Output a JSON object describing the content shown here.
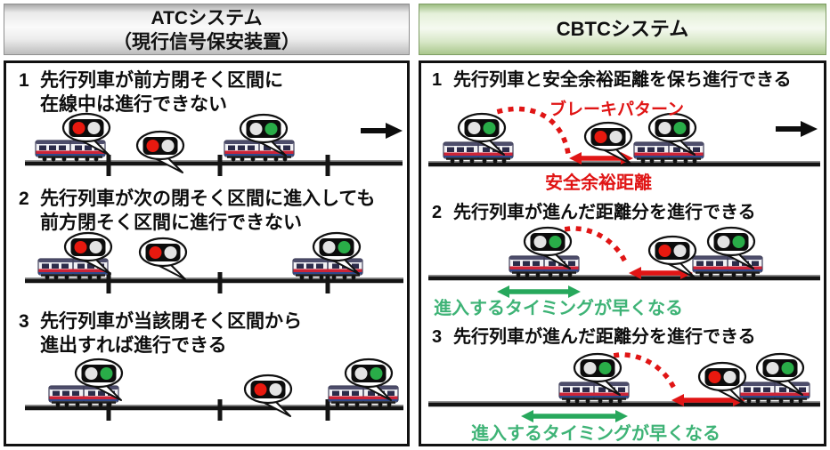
{
  "left_panel": {
    "header": {
      "title_line1": "ATCシステム",
      "title_line2": "（現行信号保安装置）"
    },
    "items": [
      {
        "number": "1",
        "line1": "先行列車が前方閉そく区間に",
        "line2": "在線中は進行できない"
      },
      {
        "number": "2",
        "line1": "先行列車が次の閉そく区間に進入しても",
        "line2": "前方閉そく区間に進行できない"
      },
      {
        "number": "3",
        "line1": "先行列車が当該閉そく区間から",
        "line2": "進出すれば進行できる"
      }
    ]
  },
  "right_panel": {
    "header": {
      "title": "CBTCシステム"
    },
    "items": [
      {
        "number": "1",
        "text": "先行列車と安全余裕距離を保ち進行できる",
        "brake_label": "ブレーキパターン",
        "margin_label": "安全余裕距離"
      },
      {
        "number": "2",
        "text": "先行列車が進んだ距離分を進行できる",
        "note": "進入するタイミングが早くなる"
      },
      {
        "number": "3",
        "text": "先行列車が進んだ距離分を進行できる",
        "note": "進入するタイミングが早くなる"
      }
    ]
  },
  "icons": {
    "train": "small commuter train pictogram",
    "signal-bubble-red": "speech bubble with red/white two-lamp signal (stop)",
    "signal-bubble-green": "speech bubble with white/green two-lamp signal (proceed)",
    "travel-direction-arrow": "solid black right arrow",
    "brake-pattern-curve": "red dotted braking curve",
    "safety-margin-arrow": "red double-headed arrow",
    "early-entry-arrow": "green double-headed arrow",
    "block-boundary-tick": "black tick mark on track"
  },
  "colors": {
    "accent_red": "#e01515",
    "signal_red": "#e8190f",
    "signal_green": "#29ad48",
    "green_arrow": "#27a85c",
    "green_text": "#3eb376",
    "track": "#141414",
    "header_gray": "#e9e9e9",
    "header_green": "#d7e7c7"
  }
}
